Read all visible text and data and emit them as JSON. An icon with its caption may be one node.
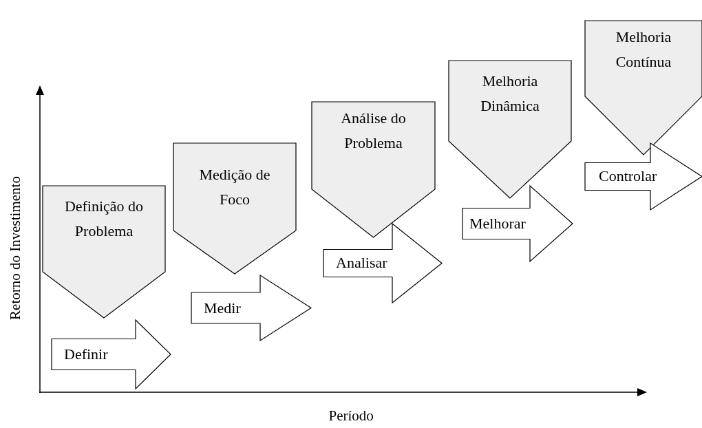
{
  "diagram": {
    "nodes": [
      {
        "text": [
          "Definição do Problema"
        ]
      },
      {
        "text": [
          "Definir"
        ]
      },
      {
        "text": [
          "Medição de Foco"
        ]
      },
      {
        "text": [
          "Medir"
        ]
      },
      {
        "text": [
          "Análise do Problema"
        ]
      },
      {
        "text": [
          "Analisar"
        ]
      },
      {
        "text": [
          "Melhoria Dinâmica"
        ]
      },
      {
        "text": [
          "Melhorar"
        ]
      },
      {
        "text": [
          "Melhoria Contínua"
        ]
      },
      {
        "text": [
          "Controlar"
        ]
      }
    ],
    "labels": [
      "Retorno do Investimento",
      "Período"
    ]
  }
}
